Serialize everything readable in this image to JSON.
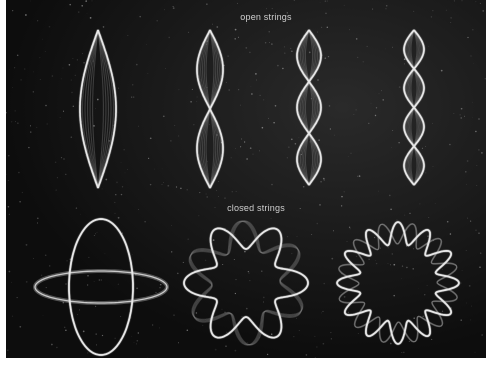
{
  "labels": {
    "open": "open strings",
    "closed": "closed strings"
  },
  "colors": {
    "background": "#111111",
    "string": "#e8e8e8",
    "ghost": "#8a8a8a"
  },
  "diagram": {
    "open_strings": [
      {
        "name": "open-string-mode-1",
        "lobes": 1
      },
      {
        "name": "open-string-mode-2",
        "lobes": 2
      },
      {
        "name": "open-string-mode-3",
        "lobes": 3
      },
      {
        "name": "open-string-mode-4",
        "lobes": 4
      }
    ],
    "closed_strings": [
      {
        "name": "closed-string-mode-2",
        "mode": 2
      },
      {
        "name": "closed-string-mode-6",
        "mode": 6
      },
      {
        "name": "closed-string-mode-12",
        "mode": 12
      }
    ]
  }
}
